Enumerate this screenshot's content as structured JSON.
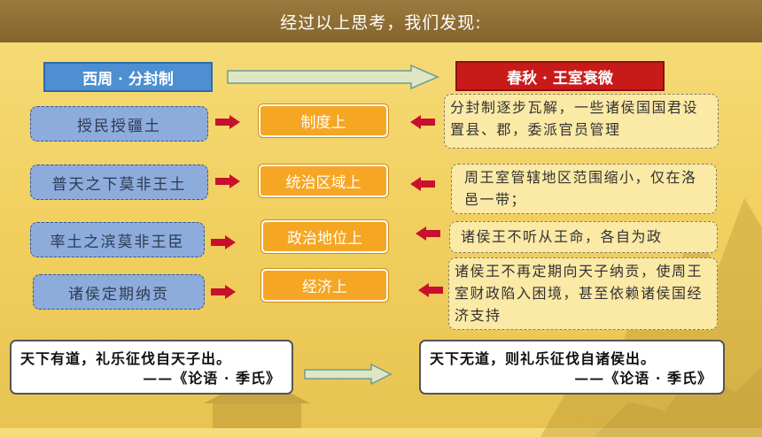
{
  "header": {
    "title": "经过以上思考，我们发现:"
  },
  "left_title": "西周 · 分封制",
  "right_title": "春秋 · 王室衰微",
  "rows": [
    {
      "left": "授民授疆土",
      "middle": "制度上",
      "right": "分封制逐步瓦解，一些诸侯国国君设置县、郡，委派官员管理"
    },
    {
      "left": "普天之下莫非王土",
      "middle": "统治区域上",
      "right": "周王室管辖地区范围缩小，仅在洛邑一带；"
    },
    {
      "left": "率土之滨莫非王臣",
      "middle": "政治地位上",
      "right": "诸侯王不听从王命，各自为政"
    },
    {
      "left": "诸侯定期纳贡",
      "middle": "经济上",
      "right": "诸侯王不再定期向天子纳贡，使周王室财政陷入困境，甚至依赖诸侯国经济支持"
    }
  ],
  "quote_left": {
    "text": "天下有道，礼乐征伐自天子出。",
    "source": "——《论语 · 季氏》"
  },
  "quote_right": {
    "text": "天下无道，则礼乐征伐自诸侯出。",
    "source": "——《论语 · 季氏》"
  },
  "colors": {
    "accent_blue": "#4d8fd1",
    "accent_red": "#c91a1a",
    "orange": "#f5a623",
    "arrow_red": "#c8102e"
  }
}
